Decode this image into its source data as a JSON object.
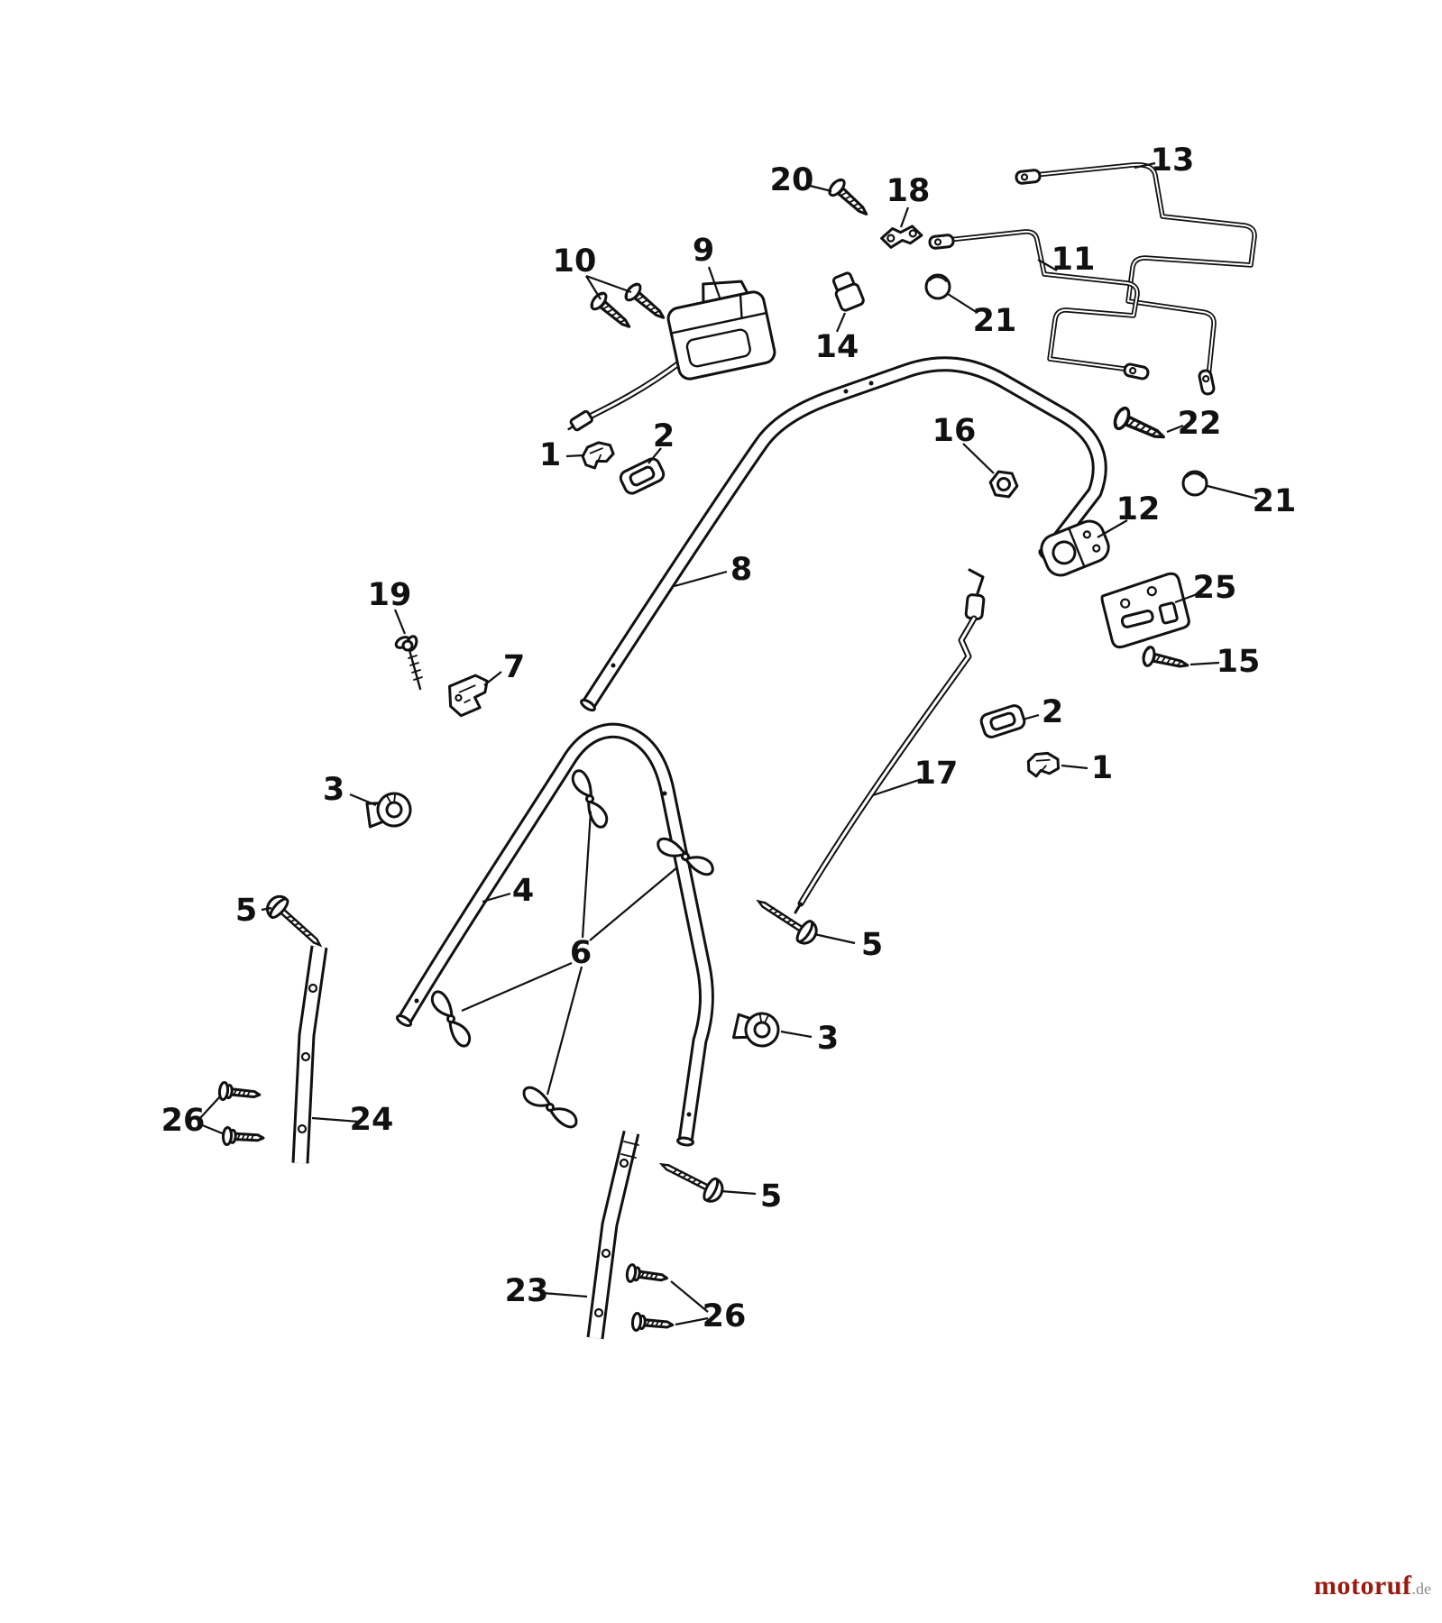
{
  "diagram": {
    "background_color": "#ffffff",
    "line_color": "#111111"
  },
  "callouts": [
    {
      "label": "20"
    },
    {
      "label": "18"
    },
    {
      "label": "13"
    },
    {
      "label": "10"
    },
    {
      "label": "9"
    },
    {
      "label": "11"
    },
    {
      "label": "21"
    },
    {
      "label": "14"
    },
    {
      "label": "16"
    },
    {
      "label": "22"
    },
    {
      "label": "21"
    },
    {
      "label": "1"
    },
    {
      "label": "2"
    },
    {
      "label": "12"
    },
    {
      "label": "8"
    },
    {
      "label": "25"
    },
    {
      "label": "15"
    },
    {
      "label": "19"
    },
    {
      "label": "7"
    },
    {
      "label": "2"
    },
    {
      "label": "1"
    },
    {
      "label": "17"
    },
    {
      "label": "3"
    },
    {
      "label": "4"
    },
    {
      "label": "5"
    },
    {
      "label": "6"
    },
    {
      "label": "5"
    },
    {
      "label": "3"
    },
    {
      "label": "5"
    },
    {
      "label": "24"
    },
    {
      "label": "26"
    },
    {
      "label": "23"
    },
    {
      "label": "26"
    }
  ],
  "watermark": {
    "brand": "motoruf",
    "suffix": ".de",
    "brand_color": "#9a1b10",
    "suffix_color": "#8a8a8a"
  }
}
